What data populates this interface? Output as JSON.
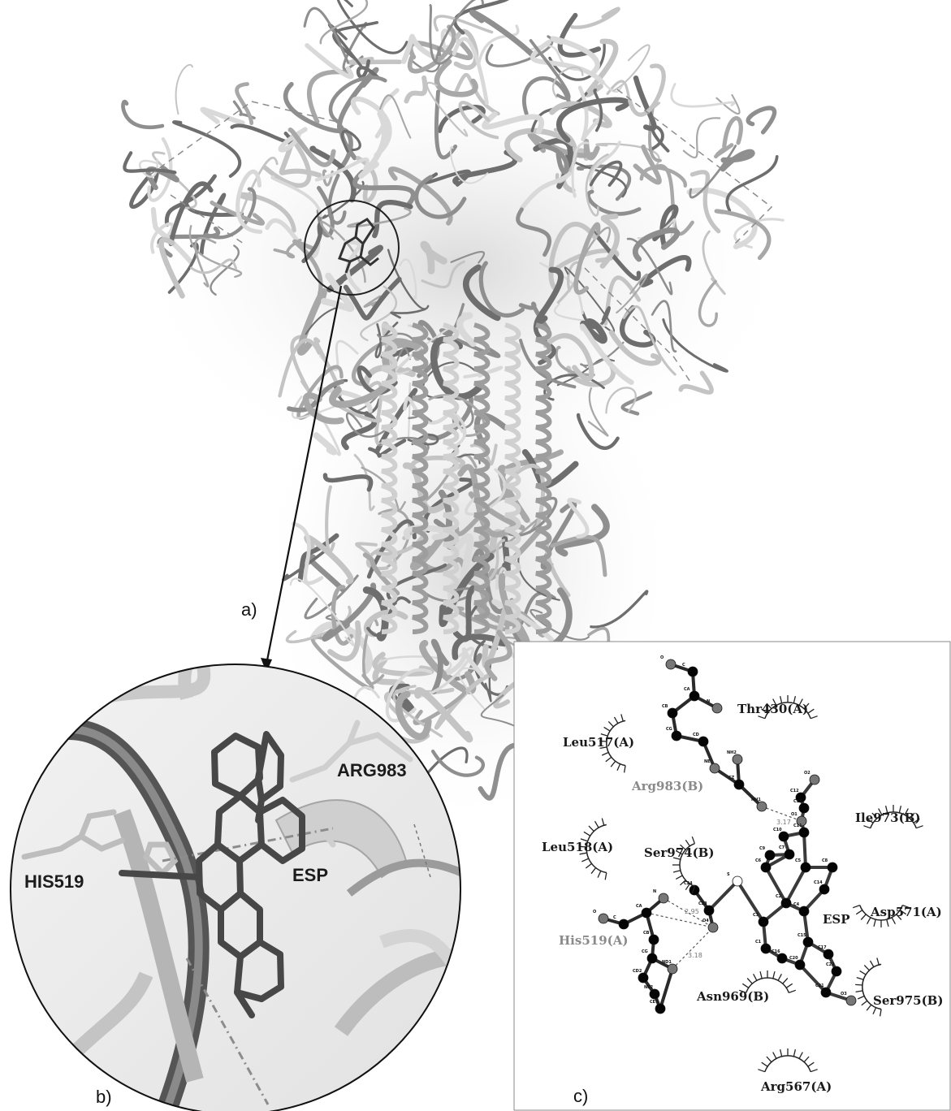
{
  "panels": {
    "a": "a)",
    "b": "b)",
    "c": "c)"
  },
  "zoom_labels": {
    "arg983": "ARG983",
    "his519": "HIS519",
    "esp": "ESP"
  },
  "residues": {
    "thr430": "Thr430(A)",
    "leu517": "Leu517(A)",
    "arg983": "Arg983(B)",
    "ile973": "Ile973(B)",
    "leu518": "Leu518(A)",
    "ser974": "Ser974(B)",
    "asp571": "Asp571(A)",
    "esp": "ESP",
    "his519": "His519(A)",
    "asn969": "Asn969(B)",
    "ser975": "Ser975(B)",
    "arg567": "Arg567(A)"
  },
  "distances": {
    "d1": "3.17",
    "d2": "2.95",
    "d3": "3.18"
  },
  "atoms": {
    "o": "O",
    "c": "C",
    "ca": "CA",
    "n": "N",
    "cb": "CB",
    "cg": "CG",
    "cd": "CD",
    "ne": "NE",
    "cz": "CZ",
    "nh1": "NH1",
    "nh2": "NH2",
    "o1": "O1",
    "o2": "O2",
    "c11": "C11",
    "c12": "C12",
    "c13": "C13",
    "c10": "C10",
    "c7": "C7",
    "c9": "C9",
    "c6": "C6",
    "c5": "C5",
    "c8": "C8",
    "c14": "C14",
    "c2": "C2",
    "c3": "C3",
    "c4": "C4",
    "c1": "C1",
    "c15": "C15",
    "c16": "C16",
    "c17": "C17",
    "c20": "C20",
    "c21": "C21",
    "c22": "C22",
    "o3": "O3",
    "s": "S",
    "c24": "C24",
    "c23": "C23",
    "o4": "O4",
    "n2": "N",
    "ca2": "CA",
    "c2b": "C",
    "o5": "O",
    "cb2": "CB",
    "cg2": "CG",
    "cd2": "CD2",
    "nd1": "ND1",
    "ne2": "NE2",
    "ce1": "CE1"
  },
  "colors": {
    "ribbon_light": "#d9d9d9",
    "ribbon_mid": "#a8a8a8",
    "ribbon_dark": "#6e6e6e",
    "ligand": "#3f3f3f",
    "atom_black": "#050505",
    "atom_grey": "#777777"
  }
}
